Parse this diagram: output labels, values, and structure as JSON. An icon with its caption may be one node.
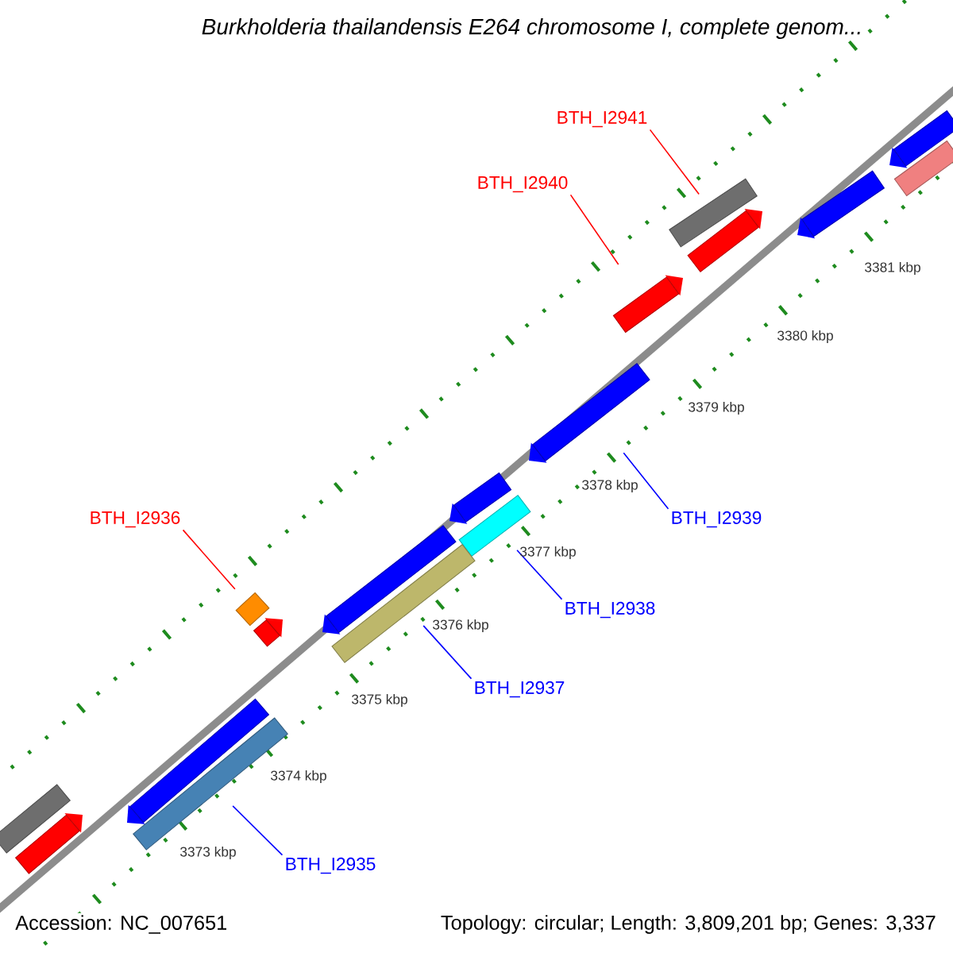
{
  "diagram": {
    "title": "*Burkholderia thailandensis* E264 chromosome I, complete genom...",
    "nodes": [
      {
        "text": [
          "BTH_I2941"
        ]
      },
      {
        "text": [],
        "shape": "bar"
      },
      {
        "text": [
          "BTH_I2940"
        ]
      },
      {
        "text": [],
        "shape": "arrow"
      },
      {
        "text": [
          "BTH_I2936"
        ]
      },
      {
        "text": [],
        "shape": "bar"
      },
      {
        "text": [
          "BTH_I2939"
        ]
      },
      {
        "text": [],
        "shape": "arrow"
      },
      {
        "text": [
          "BTH_I2938"
        ]
      },
      {
        "text": [],
        "shape": "bar"
      },
      {
        "text": [
          "BTH_I2937"
        ]
      },
      {
        "text": [],
        "shape": "bar"
      },
      {
        "text": [
          "BTH_I2935"
        ]
      },
      {
        "text": [],
        "shape": "bar"
      },
      {
        "text": [],
        "shape": "bar"
      },
      {
        "text": [],
        "shape": "arrow"
      },
      {
        "text": [],
        "shape": "arrow"
      },
      {
        "text": [],
        "shape": "arrow"
      },
      {
        "text": [],
        "shape": "arrow"
      },
      {
        "text": [],
        "shape": "arrow"
      },
      {
        "text": [],
        "shape": "arrow"
      },
      {
        "text": [],
        "shape": "arrow"
      },
      {
        "text": [],
        "shape": "arrow"
      },
      {
        "text": [],
        "shape": "bar"
      }
    ],
    "edges": [
      {
        "from": 0,
        "to": 1,
        "arrow": "none",
        "color": "#ff0000"
      },
      {
        "from": 2,
        "to": 3,
        "arrow": "none",
        "color": "#ff0000"
      },
      {
        "from": 4,
        "to": 5,
        "arrow": "none",
        "color": "#ff0000"
      },
      {
        "from": 6,
        "to": 7,
        "arrow": "none"
      },
      {
        "from": 8,
        "to": 9,
        "arrow": "none"
      },
      {
        "from": 10,
        "to": 11,
        "arrow": "none"
      },
      {
        "from": 12,
        "to": 13,
        "arrow": "none"
      }
    ],
    "labels": [
      "3381 kbp",
      "3380 kbp",
      "3379 kbp",
      "3378 kbp",
      "3377 kbp",
      "3376 kbp",
      "3375 kbp",
      "3374 kbp",
      "3373 kbp",
      "Accession: NC_007651",
      "Topology: circular; Length: 3,809,201 bp; Genes: 3,337"
    ]
  }
}
